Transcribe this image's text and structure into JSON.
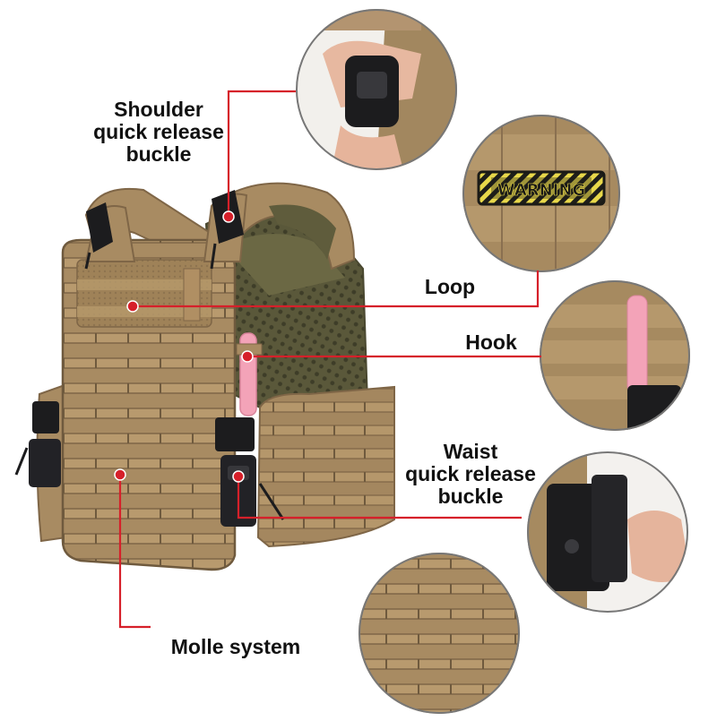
{
  "callouts": {
    "shoulder": "Shoulder\nquick release\nbuckle",
    "loop": "Loop",
    "hook": "Hook",
    "waist": "Waist\nquick release\nbuckle",
    "molle": "Molle system"
  },
  "patch": {
    "text": "WARNING"
  },
  "colors": {
    "vest": "#a88b62",
    "vest_dark": "#7f6647",
    "webbing": "#b89a6e",
    "mesh": "#5d5a3c",
    "buckle": "#1c1c1e",
    "glowstick": "#f3a3b8",
    "leader_line": "#d6202a",
    "patch_yellow": "#e8d84a"
  }
}
